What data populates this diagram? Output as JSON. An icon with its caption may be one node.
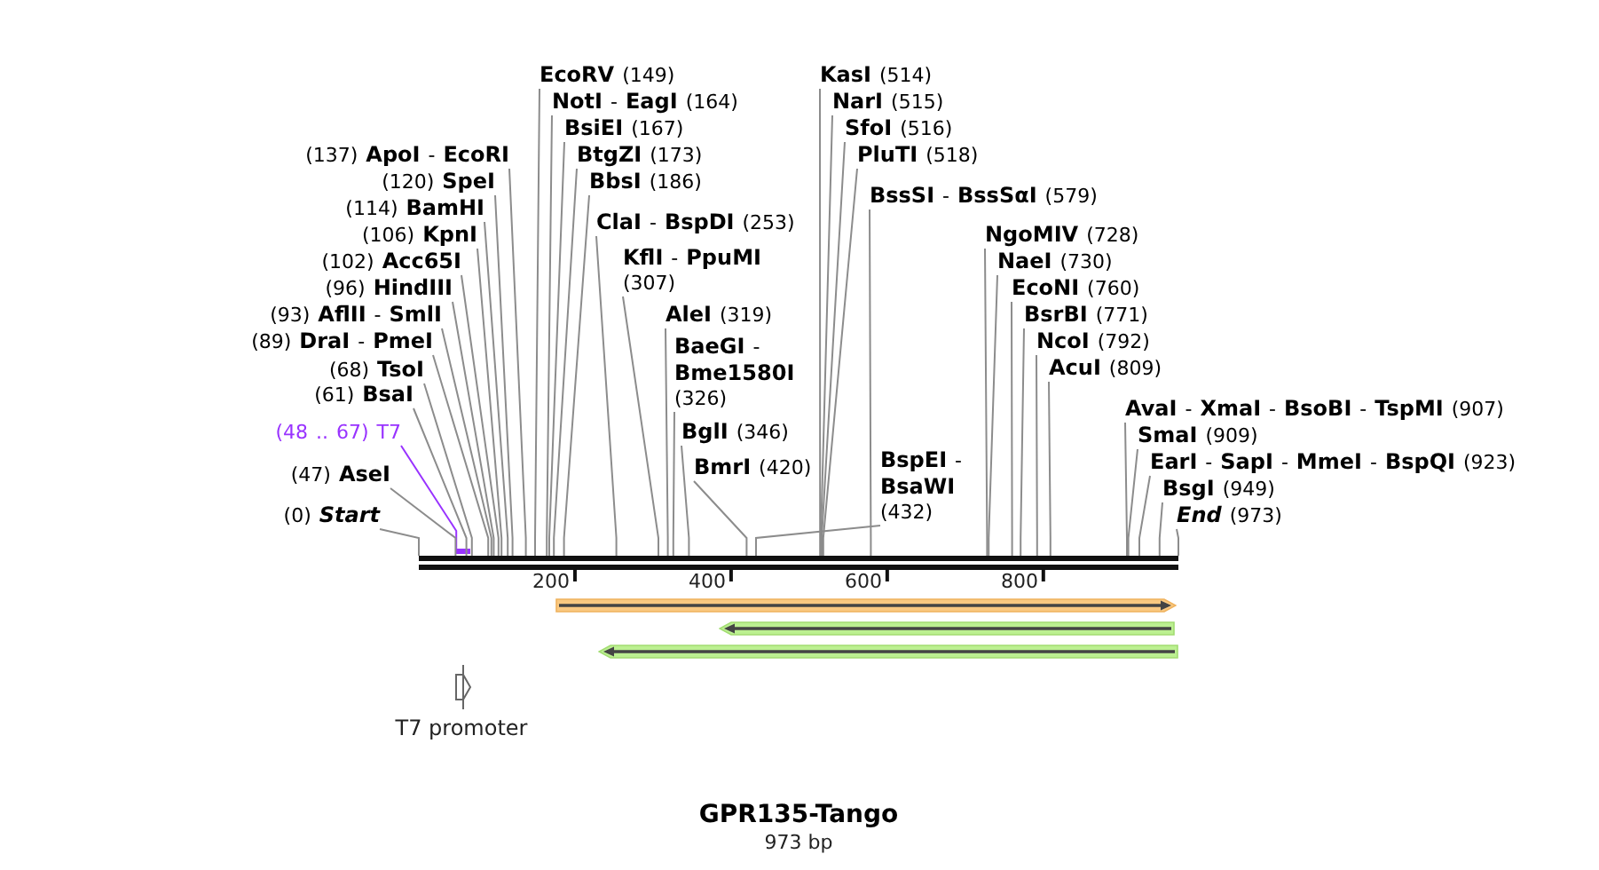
{
  "diagram": {
    "title": "GPR135-Tango",
    "nodes": [
      {
        "text": [
          "(137) **ApoI** - **EcoRI**"
        ]
      },
      {
        "text": [
          "(120) **SpeI**"
        ]
      },
      {
        "text": [
          "(114) **BamHI**"
        ]
      },
      {
        "text": [
          "(106) **KpnI**"
        ]
      },
      {
        "text": [
          "(102) **Acc65I**"
        ]
      },
      {
        "text": [
          "(96) **HindIII**"
        ]
      },
      {
        "text": [
          "(93) **AflII** - **SmlI**"
        ]
      },
      {
        "text": [
          "(89) **DraI** - **PmeI**"
        ]
      },
      {
        "text": [
          "(68) **TsoI**"
        ]
      },
      {
        "text": [
          "(61) **BsaI**"
        ]
      },
      {
        "text": [
          "(48 .. 67) T7"
        ]
      },
      {
        "text": [
          "(47) **AseI**"
        ]
      },
      {
        "text": [
          "(0) *Start*"
        ]
      },
      {
        "text": [
          "**EcoRV** (149)"
        ]
      },
      {
        "text": [
          "**NotI** - **EagI** (164)"
        ]
      },
      {
        "text": [
          "**BsiEI** (167)"
        ]
      },
      {
        "text": [
          "**BtgZI** (173)"
        ]
      },
      {
        "text": [
          "**BbsI** (186)"
        ]
      },
      {
        "text": [
          "**ClaI** - **BspDI** (253)"
        ]
      },
      {
        "text": [
          "**KflI** - **PpuMI** (307)"
        ]
      },
      {
        "text": [
          "**AleI** (319)"
        ]
      },
      {
        "text": [
          "**BaeGI** - **Bme1580I** (326)"
        ]
      },
      {
        "text": [
          "**BglI** (346)"
        ]
      },
      {
        "text": [
          "**BmrI** (420)"
        ]
      },
      {
        "text": [
          "**BspEI** - **BsaWI** (432)"
        ]
      },
      {
        "text": [
          "**KasI** (514)"
        ]
      },
      {
        "text": [
          "**NarI** (515)"
        ]
      },
      {
        "text": [
          "**SfoI** (516)"
        ]
      },
      {
        "text": [
          "**PluTI** (518)"
        ]
      },
      {
        "text": [
          "**BssSI** - **BssSαI** (579)"
        ]
      },
      {
        "text": [
          "**NgoMIV** (728)"
        ]
      },
      {
        "text": [
          "**NaeI** (730)"
        ]
      },
      {
        "text": [
          "**EcoNI** (760)"
        ]
      },
      {
        "text": [
          "**BsrBI** (771)"
        ]
      },
      {
        "text": [
          "**NcoI** (792)"
        ]
      },
      {
        "text": [
          "**AcuI** (809)"
        ]
      },
      {
        "text": [
          "**AvaI** - **XmaI** - **BsoBI** - **TspMI** (907)"
        ]
      },
      {
        "text": [
          "**SmaI** (909)"
        ]
      },
      {
        "text": [
          "**EarI** - **SapI** - **MmeI** - **BspQI** (923)"
        ]
      },
      {
        "text": [
          "**BsgI** (949)"
        ]
      },
      {
        "text": [
          "*End* (973)"
        ]
      },
      {
        "text": [],
        "shape": "bar"
      },
      {
        "text": [],
        "shape": "bar"
      },
      {
        "text": [],
        "shape": "arrow"
      },
      {
        "text": [],
        "shape": "arrow"
      },
      {
        "text": [],
        "shape": "arrow"
      },
      {
        "text": [
          "T7 promoter"
        ]
      }
    ],
    "edges": [
      {
        "from": 0,
        "to": 41,
        "arrow": "none"
      },
      {
        "from": 1,
        "to": 41,
        "arrow": "none"
      },
      {
        "from": 2,
        "to": 41,
        "arrow": "none"
      },
      {
        "from": 3,
        "to": 41,
        "arrow": "none"
      },
      {
        "from": 4,
        "to": 41,
        "arrow": "none"
      },
      {
        "from": 5,
        "to": 41,
        "arrow": "none"
      },
      {
        "from": 6,
        "to": 41,
        "arrow": "none"
      },
      {
        "from": 7,
        "to": 41,
        "arrow": "none"
      },
      {
        "from": 8,
        "to": 41,
        "arrow": "none"
      },
      {
        "from": 9,
        "to": 41,
        "arrow": "none"
      },
      {
        "from": 10,
        "to": 42,
        "arrow": "none",
        "color": "#9933ff"
      },
      {
        "from": 11,
        "to": 41,
        "arrow": "none"
      },
      {
        "from": 12,
        "to": 41,
        "arrow": "none"
      },
      {
        "from": 13,
        "to": 41,
        "arrow": "none"
      },
      {
        "from": 14,
        "to": 41,
        "arrow": "none"
      },
      {
        "from": 15,
        "to": 41,
        "arrow": "none"
      },
      {
        "from": 16,
        "to": 41,
        "arrow": "none"
      },
      {
        "from": 17,
        "to": 41,
        "arrow": "none"
      },
      {
        "from": 18,
        "to": 41,
        "arrow": "none"
      },
      {
        "from": 19,
        "to": 41,
        "arrow": "none"
      },
      {
        "from": 20,
        "to": 41,
        "arrow": "none"
      },
      {
        "from": 21,
        "to": 41,
        "arrow": "none"
      },
      {
        "from": 22,
        "to": 41,
        "arrow": "none"
      },
      {
        "from": 23,
        "to": 41,
        "arrow": "none"
      },
      {
        "from": 24,
        "to": 41,
        "arrow": "none"
      },
      {
        "from": 25,
        "to": 41,
        "arrow": "none"
      },
      {
        "from": 26,
        "to": 41,
        "arrow": "none"
      },
      {
        "from": 27,
        "to": 41,
        "arrow": "none"
      },
      {
        "from": 28,
        "to": 41,
        "arrow": "none"
      },
      {
        "from": 29,
        "to": 41,
        "arrow": "none"
      },
      {
        "from": 30,
        "to": 41,
        "arrow": "none"
      },
      {
        "from": 31,
        "to": 41,
        "arrow": "none"
      },
      {
        "from": 32,
        "to": 41,
        "arrow": "none"
      },
      {
        "from": 33,
        "to": 41,
        "arrow": "none"
      },
      {
        "from": 34,
        "to": 41,
        "arrow": "none"
      },
      {
        "from": 35,
        "to": 41,
        "arrow": "none"
      },
      {
        "from": 36,
        "to": 41,
        "arrow": "none"
      },
      {
        "from": 37,
        "to": 41,
        "arrow": "none"
      },
      {
        "from": 38,
        "to": 41,
        "arrow": "none"
      },
      {
        "from": 39,
        "to": 41,
        "arrow": "none"
      },
      {
        "from": 40,
        "to": 41,
        "arrow": "none"
      }
    ],
    "labels": [
      "200",
      "400",
      "600",
      "800",
      "973 bp"
    ]
  }
}
